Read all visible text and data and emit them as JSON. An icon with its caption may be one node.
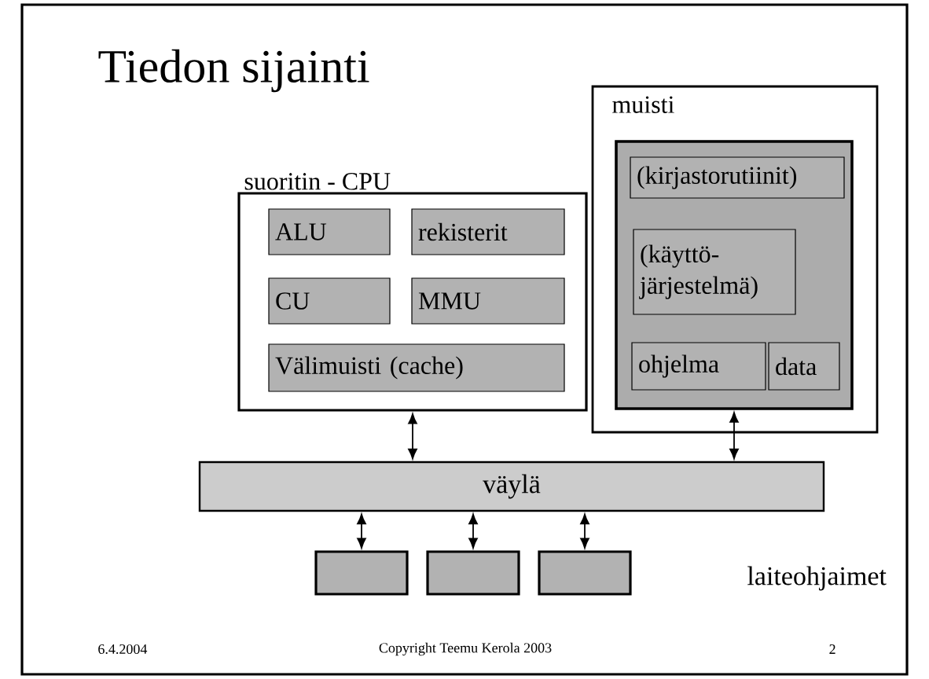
{
  "diagram": {
    "title": "Tiedon sijainti",
    "nodes": [
      {
        "text": [
          "suoritin - CPU"
        ]
      },
      {
        "text": [
          "ALU"
        ],
        "in": 0
      },
      {
        "text": [
          "rekisterit"
        ],
        "in": 0
      },
      {
        "text": [
          "CU"
        ],
        "in": 0
      },
      {
        "text": [
          "MMU"
        ],
        "in": 0
      },
      {
        "text": [
          "Välimuisti (cache)"
        ],
        "in": 0
      },
      {
        "text": [
          "muisti"
        ]
      },
      {
        "text": [],
        "shape": "box",
        "in": 6
      },
      {
        "text": [
          "(kirjastorutiinit)"
        ],
        "in": 7
      },
      {
        "text": [
          "(käyttö- järjestelmä)"
        ],
        "in": 7
      },
      {
        "text": [
          "ohjelma"
        ],
        "in": 7
      },
      {
        "text": [
          "data"
        ],
        "in": 7
      },
      {
        "text": [
          "väylä"
        ]
      },
      {
        "text": [],
        "shape": "box"
      },
      {
        "text": [],
        "shape": "box"
      },
      {
        "text": [],
        "shape": "box"
      }
    ],
    "edges": [
      {
        "from": 0,
        "to": 12,
        "arrow": "both"
      },
      {
        "from": 7,
        "to": 12,
        "arrow": "both"
      },
      {
        "from": 12,
        "to": 13,
        "arrow": "both"
      },
      {
        "from": 12,
        "to": 14,
        "arrow": "both"
      },
      {
        "from": 12,
        "to": 15,
        "arrow": "both"
      }
    ],
    "labels": [
      "laiteohjaimet",
      "6.4.2004",
      "Copyright Teemu Kerola 2003",
      "2"
    ]
  }
}
